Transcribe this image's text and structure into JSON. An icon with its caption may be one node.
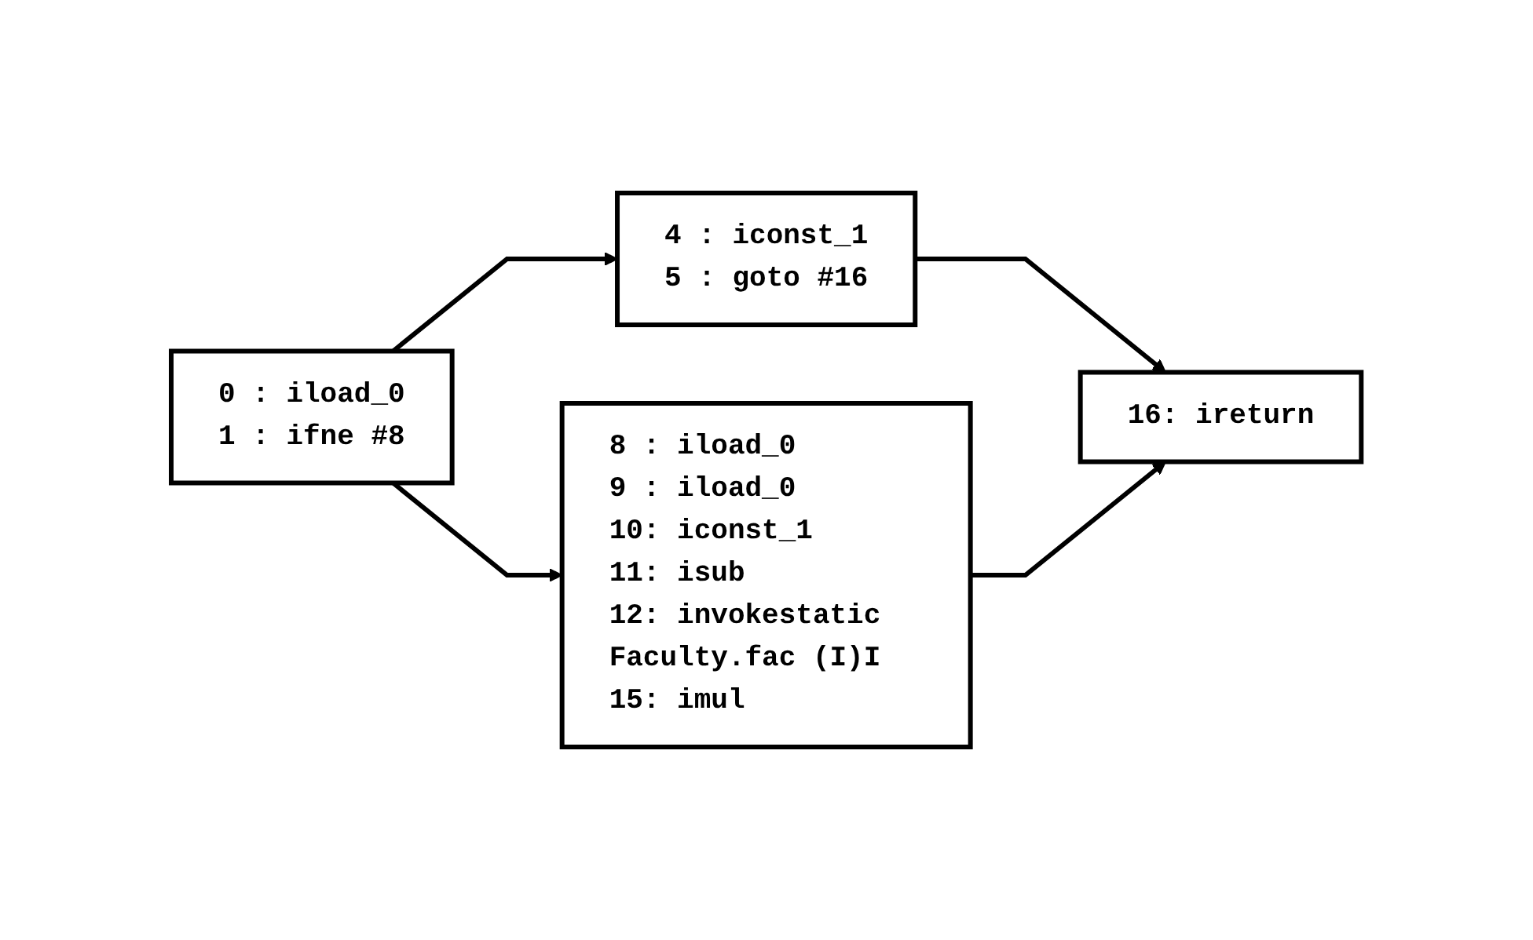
{
  "diagram": {
    "nodes": [
      {
        "text": [
          "0 : iload_0",
          "1 : ifne #8"
        ]
      },
      {
        "text": [
          "4 : iconst_1",
          "5 : goto #16"
        ]
      },
      {
        "text": [
          "8 : iload_0",
          "9 : iload_0",
          "10: iconst_1",
          "11: isub",
          "12: invokestatic Faculty.fac (I)I",
          "15: imul"
        ]
      },
      {
        "text": [
          "16: ireturn"
        ]
      }
    ],
    "edges": [
      {
        "from": 0,
        "to": 1,
        "arrow": "to"
      },
      {
        "from": 0,
        "to": 2,
        "arrow": "to"
      },
      {
        "from": 1,
        "to": 3,
        "arrow": "to"
      },
      {
        "from": 2,
        "to": 3,
        "arrow": "to"
      }
    ]
  }
}
